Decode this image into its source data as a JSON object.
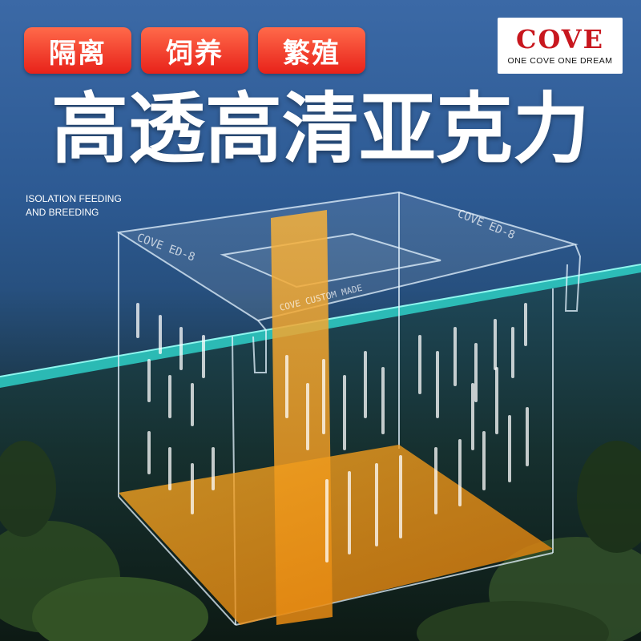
{
  "tags": [
    "隔离",
    "饲养",
    "繁殖"
  ],
  "logo": {
    "word": "COVE",
    "slogan": "ONE COVE ONE DREAM",
    "color": "#c8171e"
  },
  "headline": "高透高清亚克力",
  "subtitle": {
    "line1": "ISOLATION FEEDING",
    "line2": "AND BREEDING"
  },
  "product": {
    "engraving_front": "COVE ED-8",
    "engraving_back": "COVE ED-8",
    "engraving_divider": "COVE CUSTOM MADE"
  },
  "colors": {
    "tag_red": "#e8221a",
    "divider_orange": "#f5a623",
    "waterline": "#2fd0c8"
  }
}
